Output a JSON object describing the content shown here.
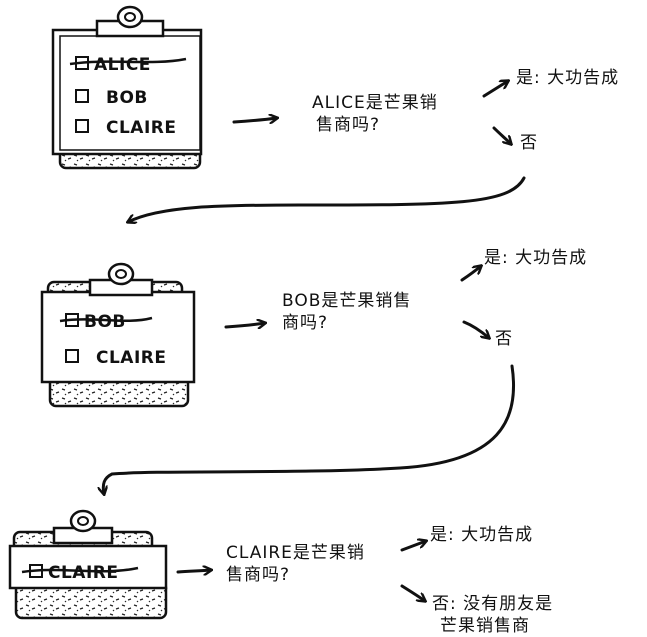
{
  "steps": [
    {
      "list": {
        "crossed": "ALICE",
        "unchecked": [
          "BOB",
          "CLAIRE"
        ]
      },
      "question": [
        "ALICE是芒果销",
        "售商吗?"
      ],
      "yes": "是: 大功告成",
      "no": "否"
    },
    {
      "list": {
        "crossed": "BOB",
        "unchecked": [
          "CLAIRE"
        ]
      },
      "question": [
        "BOB是芒果销售",
        "商吗?"
      ],
      "yes": "是: 大功告成",
      "no": "否"
    },
    {
      "list": {
        "crossed": "CLAIRE",
        "unchecked": []
      },
      "question": [
        "CLAIRE是芒果销",
        "售商吗?"
      ],
      "yes": "是: 大功告成",
      "no": [
        "否: 没有朋友是",
        "芒果销售商"
      ]
    }
  ]
}
